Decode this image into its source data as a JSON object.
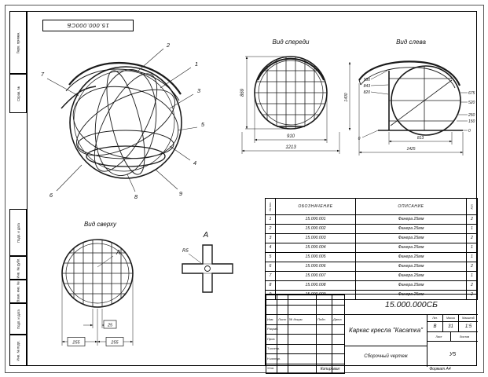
{
  "sheet": {
    "stamp_top": "15.000.000СБ",
    "footer": {
      "copied": "Копировал",
      "format": "Формат А4"
    },
    "margin_labels": [
      "Перв. примен.",
      "Справ. №",
      "Подп. и дата",
      "Инв. № дубл.",
      "Взам. инв. №",
      "Подп. и дата",
      "Инв. № подл."
    ]
  },
  "iso_view": {
    "callouts": [
      "1",
      "2",
      "3",
      "4",
      "5",
      "6",
      "7",
      "8",
      "9"
    ]
  },
  "front_view": {
    "title": "Вид спереди",
    "dim_height": "869",
    "dim_width_inner": "910",
    "dim_width_outer": "1213"
  },
  "left_view": {
    "title": "Вид слева",
    "dim_overall_h": "1400",
    "dim_980": "980",
    "dim_843": "843",
    "dim_820": "820",
    "dim_675": "675",
    "dim_520": "520",
    "dim_250": "250",
    "dim_150": "150",
    "dim_zero_r": "0",
    "dim_zero_l": "0",
    "dim_813": "813",
    "dim_1425": "1425"
  },
  "top_view": {
    "title": "Вид сверху",
    "marker": "A",
    "dim_25": "25",
    "dim_255_l": "255",
    "dim_255_r": "255"
  },
  "detail_a": {
    "label": "A",
    "radius": "R5"
  },
  "spec_table": {
    "col_pos": "№ поз.",
    "col_designation": "ОБОЗНАЧЕНИЕ",
    "col_description": "ОПИСАНИЕ",
    "col_qty": "Кол.",
    "rows": [
      {
        "pos": "1",
        "designation": "15.000.001",
        "description": "Фанера 25мм",
        "qty": "2"
      },
      {
        "pos": "2",
        "designation": "15.000.002",
        "description": "Фанера 25мм",
        "qty": "1"
      },
      {
        "pos": "3",
        "designation": "15.000.003",
        "description": "Фанера 25мм",
        "qty": "2"
      },
      {
        "pos": "4",
        "designation": "15.000.004",
        "description": "Фанера 25мм",
        "qty": "1"
      },
      {
        "pos": "5",
        "designation": "15.000.005",
        "description": "Фанера 25мм",
        "qty": "1"
      },
      {
        "pos": "6",
        "designation": "15.000.006",
        "description": "Фанера 25мм",
        "qty": "2"
      },
      {
        "pos": "7",
        "designation": "15.000.007",
        "description": "Фанера 25мм",
        "qty": "1"
      },
      {
        "pos": "8",
        "designation": "15.000.008",
        "description": "Фанера 25мм",
        "qty": "2"
      },
      {
        "pos": "9",
        "designation": "15.000.009",
        "description": "Фанера 25мм",
        "qty": "2"
      }
    ]
  },
  "title_block": {
    "doc_number": "15.000.000СБ",
    "product_title": "Каркас кресла \"Касатка\"",
    "doc_type": "Сборочный чертеж",
    "cols": {
      "izm": "Изм.",
      "list": "Лист",
      "doc": "№ докум.",
      "sign": "Подп.",
      "date": "Дата"
    },
    "roles": {
      "developed": "Разраб.",
      "checked": "Пров.",
      "tcontrol": "Т.контр.",
      "ncontrol": "Н.контр.",
      "approved": "Утв."
    },
    "lit_label": "Лит.",
    "mass_label": "Масса",
    "scale_label": "Масштаб",
    "lit_value": "В",
    "mass_value": "31",
    "scale_value": "1:5",
    "sheet_label": "Лист",
    "sheets_label": "Листов",
    "org_code": "У5"
  }
}
